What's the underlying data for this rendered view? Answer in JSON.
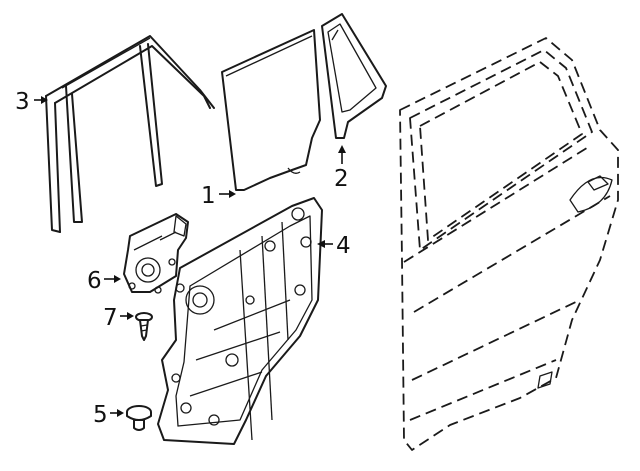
{
  "diagram": {
    "callouts": [
      {
        "id": "1",
        "label": "1"
      },
      {
        "id": "2",
        "label": "2"
      },
      {
        "id": "3",
        "label": "3"
      },
      {
        "id": "4",
        "label": "4"
      },
      {
        "id": "5",
        "label": "5"
      },
      {
        "id": "6",
        "label": "6"
      },
      {
        "id": "7",
        "label": "7"
      }
    ],
    "parts": [
      {
        "callout": "1",
        "icon": "door-glass-panel"
      },
      {
        "callout": "2",
        "icon": "quarter-glass-frame"
      },
      {
        "callout": "3",
        "icon": "window-run-channel"
      },
      {
        "callout": "4",
        "icon": "window-regulator-carrier"
      },
      {
        "callout": "5",
        "icon": "mounting-bolt"
      },
      {
        "callout": "6",
        "icon": "window-motor"
      },
      {
        "callout": "7",
        "icon": "screw"
      }
    ]
  }
}
